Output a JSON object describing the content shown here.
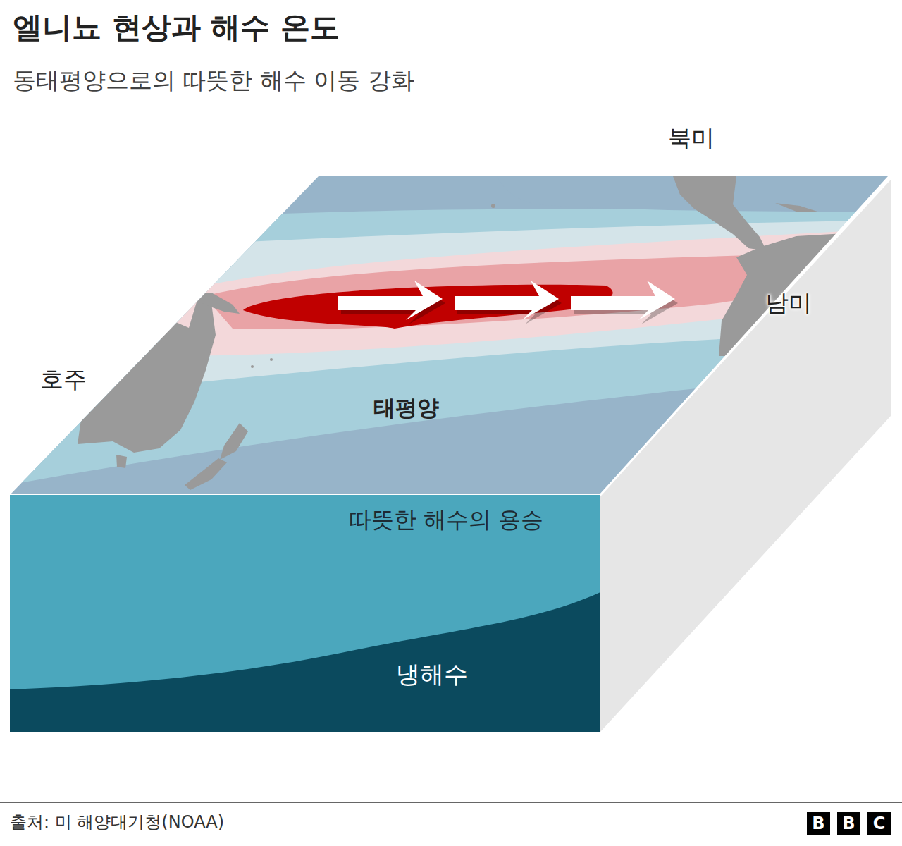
{
  "diagram": {
    "title": "엘니뇨 현상과 해수 온도",
    "caption": "동태평양으로의 따뜻한 해수 이동 강화",
    "nodes": [
      {
        "text": [
          "따뜻한 해수의 용승"
        ]
      },
      {
        "text": [
          "냉해수"
        ]
      }
    ],
    "labels": [
      "북미",
      "남미",
      "호주",
      "태평양",
      "출처: 미 해양대기청(NOAA)",
      "B",
      "B",
      "C"
    ]
  }
}
